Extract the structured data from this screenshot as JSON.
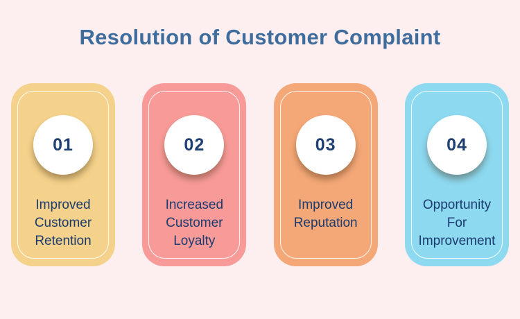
{
  "page": {
    "background_color": "#fdeef0",
    "text_navy": "#1b3a6e"
  },
  "title": {
    "text": "Resolution of Customer Complaint",
    "color": "#3e6d9d"
  },
  "cards": [
    {
      "number": "01",
      "label": "Improved\nCustomer\nRetention",
      "color": "#f4d28b"
    },
    {
      "number": "02",
      "label": "Increased\nCustomer\nLoyalty",
      "color": "#f89b98"
    },
    {
      "number": "03",
      "label": "Improved\nReputation",
      "color": "#f5a877"
    },
    {
      "number": "04",
      "label": "Opportunity\nFor\nImprovement",
      "color": "#8dd9f0"
    }
  ]
}
